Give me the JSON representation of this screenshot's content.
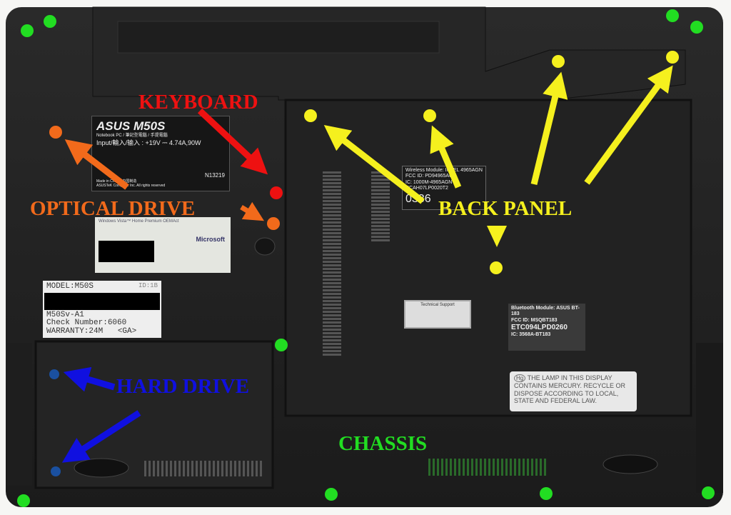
{
  "labels": {
    "keyboard": "KEYBOARD",
    "optical_drive": "OPTICAL DRIVE",
    "back_panel": "BACK PANEL",
    "hard_drive": "HARD DRIVE",
    "chassis": "CHASSIS"
  },
  "colors": {
    "keyboard": "#ee1111",
    "optical_drive": "#f26a1b",
    "back_panel": "#f5f01e",
    "hard_drive": "#1010e0",
    "chassis": "#22dd22"
  },
  "rating_label": {
    "brand": "ASUS",
    "model": "M50S",
    "subtitle": "Notebook PC / 筆記型電腦 / 手提電腦",
    "input": "Input/輸入/输入 : +19V ⎓ 4.74A,90W",
    "cert": "N13219",
    "made_in": "Made in China / 中国制造",
    "copyright": "ASUSTeK Computer Inc. All rights reserved"
  },
  "windows_label": {
    "title": "Windows Vista™ Home Premium OEMAct",
    "brand": "Microsoft"
  },
  "model_label": {
    "model": "MODEL:M50S",
    "id": "ID:1B",
    "sku": "M50Sv-A1",
    "check": "Check Number:6060",
    "warranty": "WARRANTY:24M",
    "region": "<GA>"
  },
  "wireless_label": {
    "title": "Wireless Module: INTEL 4965AGN",
    "fcc": "FCC ID: PD94965AG",
    "ic": "IC: 1000M-4965AGN",
    "code": "CCAH07LP0020T2",
    "mark": "0336"
  },
  "support_label": "Technical Support",
  "bluetooth_label": {
    "title": "Bluetooth Module: ASUS BT-183",
    "fcc": "FCC ID: MSQBT183",
    "etc": "ETC094LPD0260",
    "ic": "IC: 3568A-BT183"
  },
  "mercury_label": {
    "icon": "Hg",
    "text": "THE LAMP IN THIS DISPLAY CONTAINS MERCURY. RECYCLE OR DISPOSE ACCORDING TO LOCAL, STATE AND FEDERAL LAW."
  }
}
